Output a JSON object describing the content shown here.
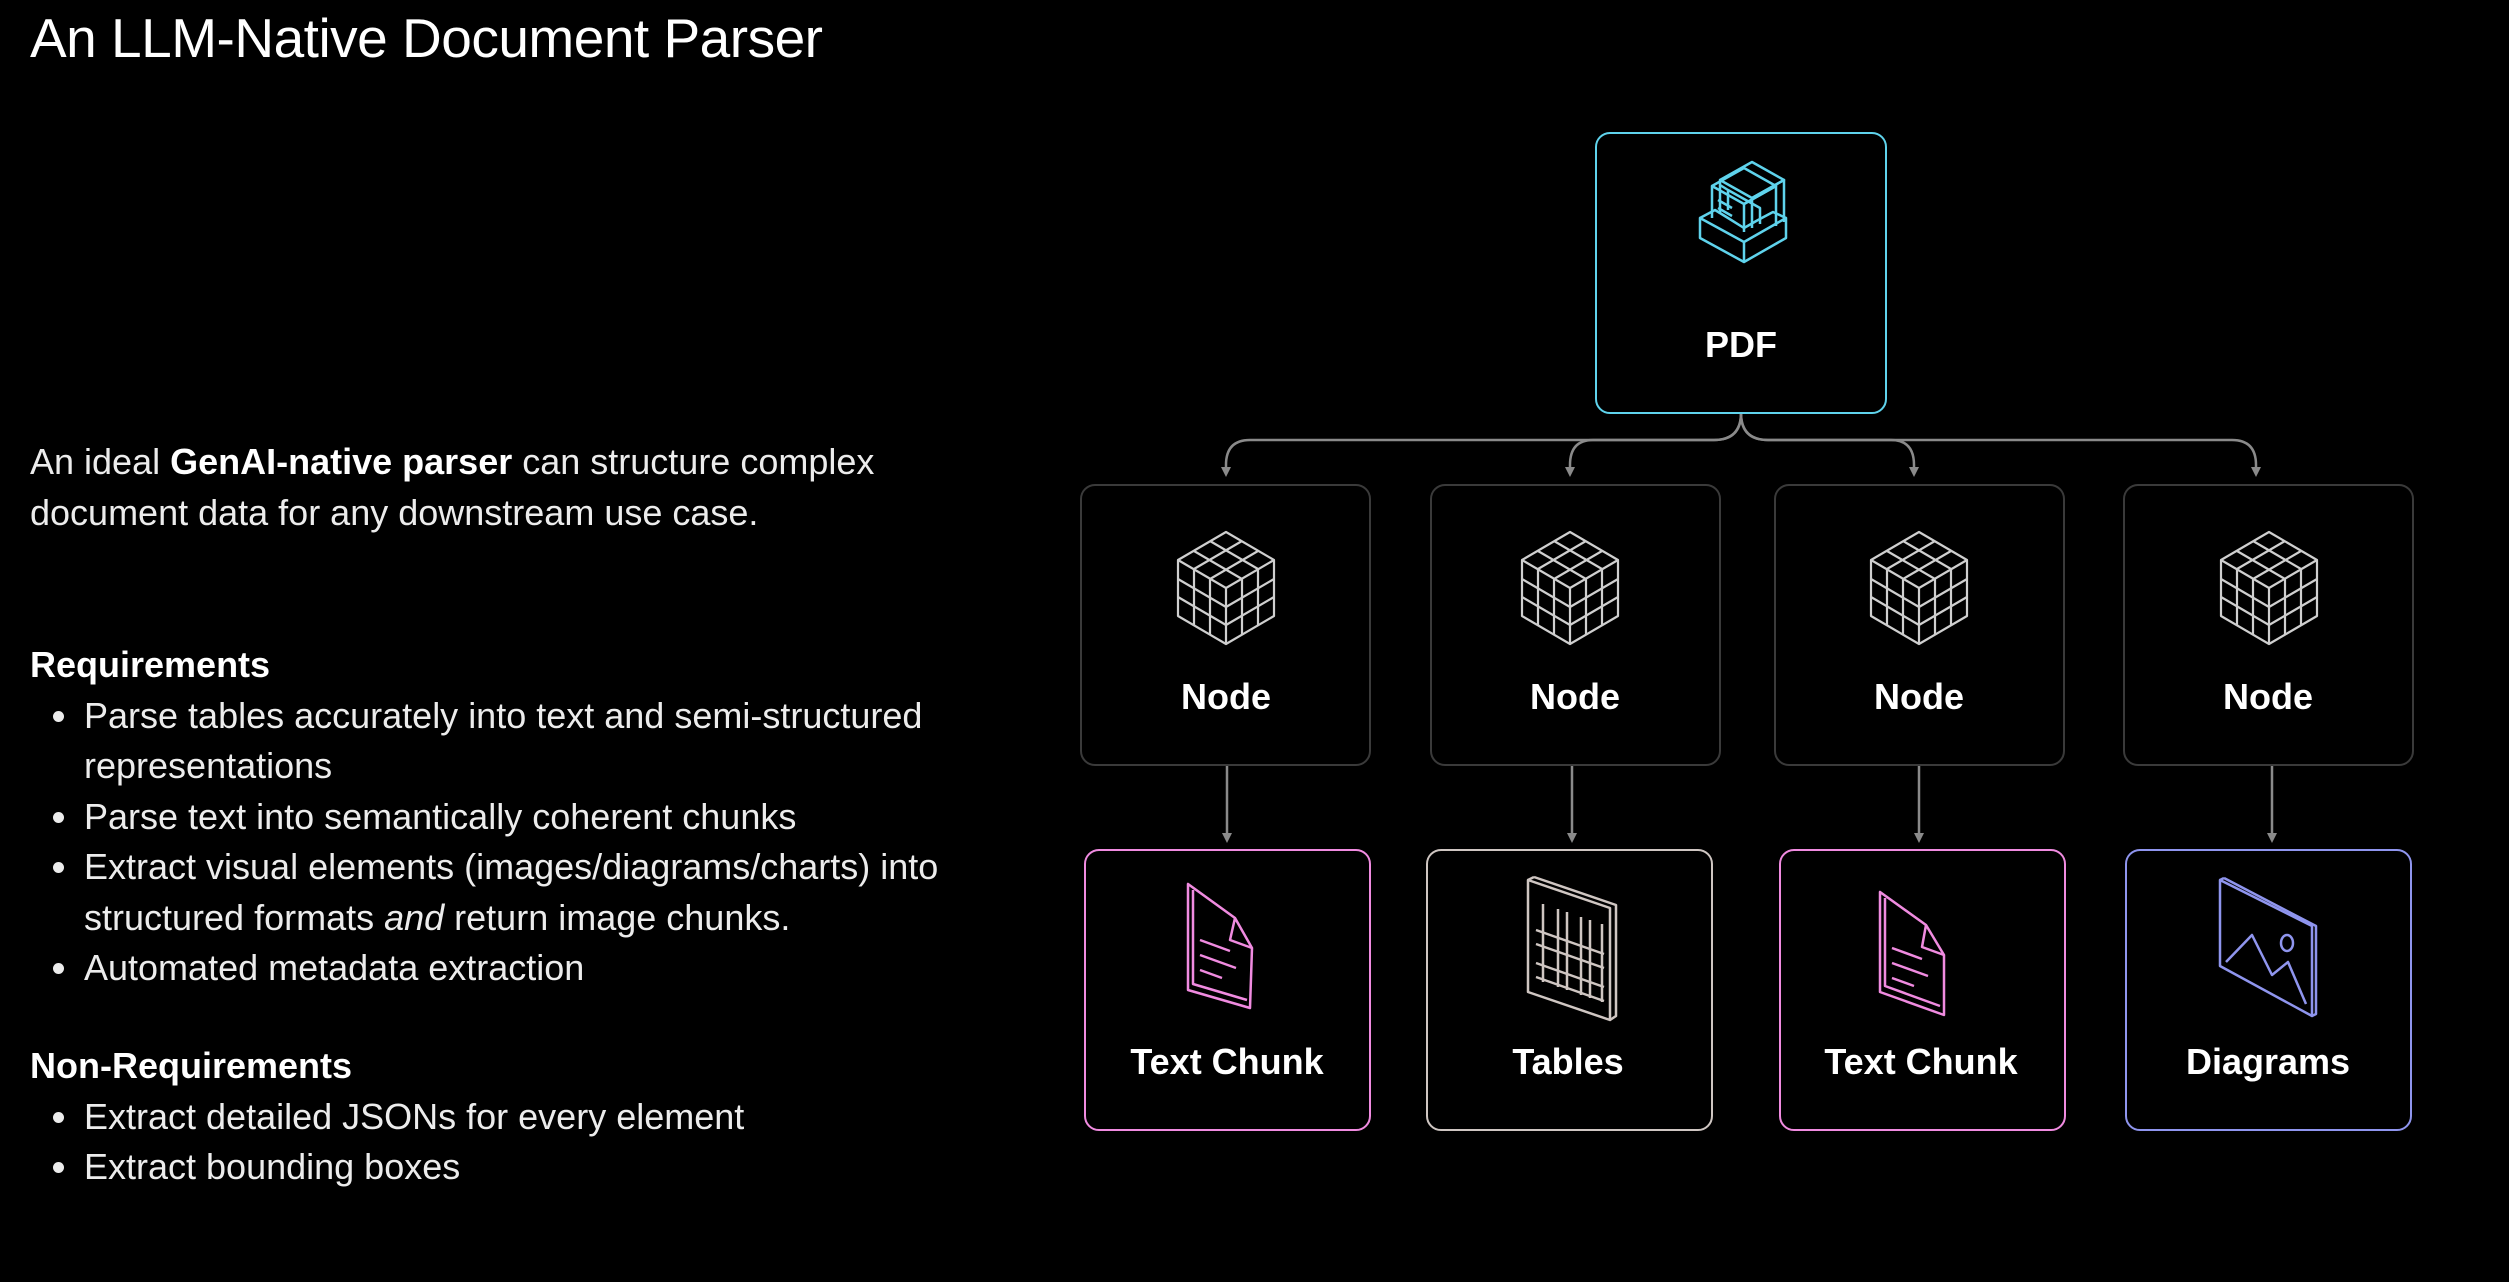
{
  "title": "An LLM-Native Document Parser",
  "intro": {
    "before": "An ideal ",
    "bold": "GenAI-native parser",
    "after": " can structure complex document data for any downstream use case."
  },
  "requirements": {
    "heading": "Requirements",
    "items": [
      {
        "text": "Parse tables accurately into text and semi-structured representations"
      },
      {
        "text": "Parse text into semantically coherent chunks"
      },
      {
        "before": "Extract visual elements (images/diagrams/charts) into structured formats ",
        "italic": "and",
        "after": " return image chunks."
      },
      {
        "text": "Automated metadata extraction"
      }
    ]
  },
  "non_requirements": {
    "heading": "Non-Requirements",
    "items": [
      {
        "text": "Extract detailed JSONs for every element"
      },
      {
        "text": "Extract bounding boxes"
      }
    ]
  },
  "diagram": {
    "root": {
      "label": "PDF",
      "icon": "file-tray-icon",
      "color": "#5fd3ec"
    },
    "nodes": [
      {
        "label": "Node",
        "icon": "cube-icon"
      },
      {
        "label": "Node",
        "icon": "cube-icon"
      },
      {
        "label": "Node",
        "icon": "cube-icon"
      },
      {
        "label": "Node",
        "icon": "cube-icon"
      }
    ],
    "outputs": [
      {
        "label": "Text Chunk",
        "icon": "document-icon",
        "color": "#f08be0"
      },
      {
        "label": "Tables",
        "icon": "table-grid-icon",
        "color": "#cfc6c2"
      },
      {
        "label": "Text Chunk",
        "icon": "document-icon",
        "color": "#f08be0"
      },
      {
        "label": "Diagrams",
        "icon": "image-icon",
        "color": "#8f95ee"
      }
    ],
    "node_border_color": "#3a3a3a",
    "connector_color": "#8a8a8a"
  }
}
